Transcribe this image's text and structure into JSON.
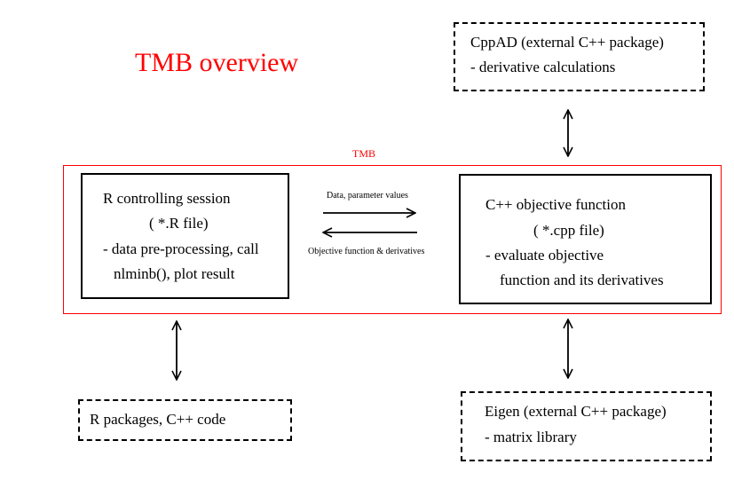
{
  "title": "TMB overview",
  "tmb_label": "TMB",
  "cppad_box": {
    "line1": "CppAD (external C++ package)",
    "line2": "- derivative calculations"
  },
  "r_session_box": {
    "line1": "R controlling session",
    "line2": "( *.R file)",
    "line3": "- data pre-processing, call",
    "line4": "nlminb(), plot result"
  },
  "cpp_box": {
    "line1": "C++ objective function",
    "line2": "( *.cpp file)",
    "line3": "- evaluate objective",
    "line4": "function and its derivatives"
  },
  "r_packages_box": {
    "line1": "R packages, C++ code"
  },
  "eigen_box": {
    "line1": "Eigen (external C++ package)",
    "line2": "- matrix library"
  },
  "arrows": {
    "to_cpp_label": "Data, parameter values",
    "to_r_label": "Objective function & derivatives"
  },
  "colors": {
    "title": "#ff0000",
    "tmb_frame": "#ff0000",
    "boxes": "#000000"
  }
}
